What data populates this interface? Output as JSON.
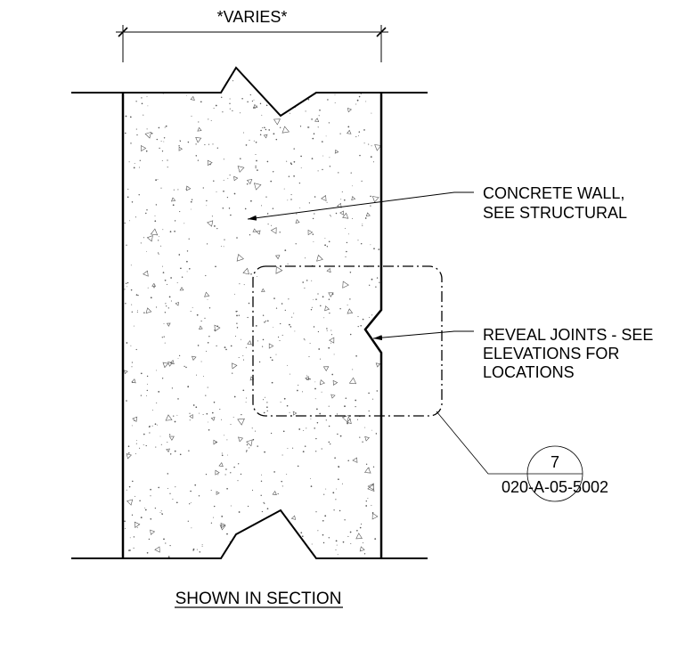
{
  "dimension": {
    "label": "*VARIES*"
  },
  "notes": {
    "wall": {
      "line1": "CONCRETE WALL,",
      "line2": "SEE STRUCTURAL"
    },
    "reveal": {
      "line1": "REVEAL JOINTS - SEE",
      "line2": "ELEVATIONS FOR",
      "line3": "LOCATIONS"
    }
  },
  "callout": {
    "detail_number": "7",
    "sheet_ref": "020-A-05-5002"
  },
  "drawing_title": "SHOWN IN SECTION"
}
